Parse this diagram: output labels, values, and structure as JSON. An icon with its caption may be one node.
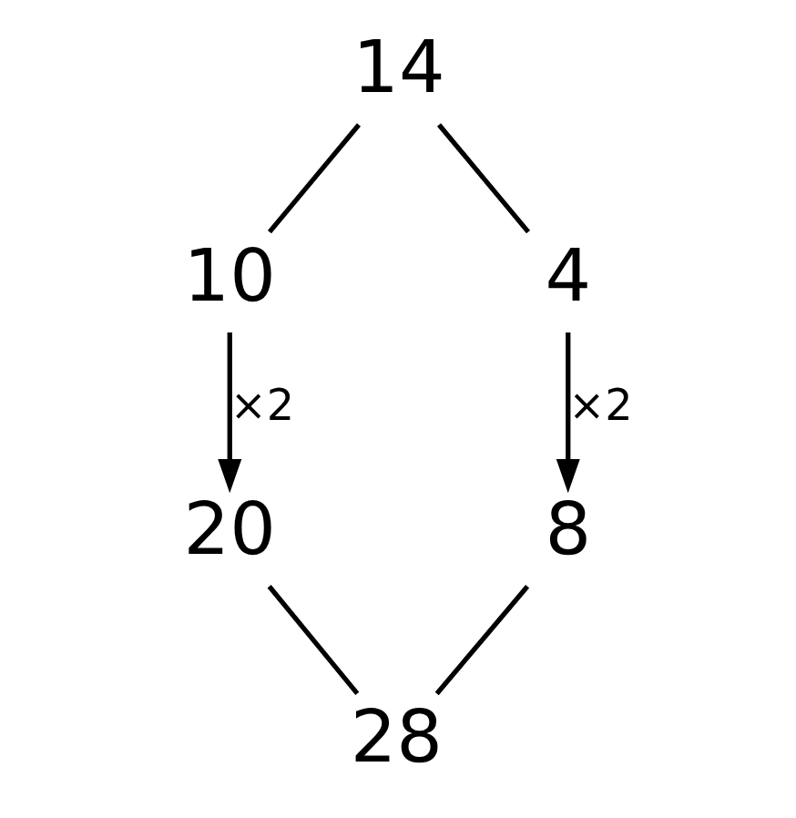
{
  "diagram": {
    "nodes": [
      {
        "text": [
          "14"
        ]
      },
      {
        "text": [
          "10"
        ]
      },
      {
        "text": [
          "4"
        ]
      },
      {
        "text": [
          "20"
        ]
      },
      {
        "text": [
          "8"
        ]
      },
      {
        "text": [
          "28"
        ]
      }
    ],
    "edges": [
      {
        "from": 0,
        "to": 1,
        "arrow": "none"
      },
      {
        "from": 0,
        "to": 2,
        "arrow": "none"
      },
      {
        "from": 1,
        "to": 3,
        "arrow": "to",
        "label": "×2"
      },
      {
        "from": 2,
        "to": 4,
        "arrow": "to",
        "label": "×2"
      },
      {
        "from": 3,
        "to": 5,
        "arrow": "none"
      },
      {
        "from": 4,
        "to": 5,
        "arrow": "none"
      }
    ]
  }
}
